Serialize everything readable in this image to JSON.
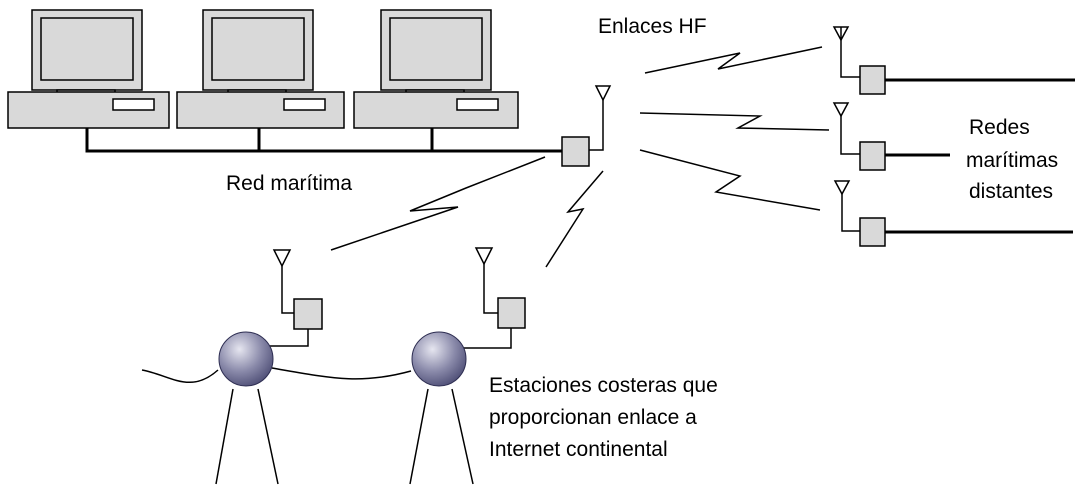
{
  "labels": {
    "hf_links": "Enlaces HF",
    "maritime_net": "Red marítima",
    "remote_nets": [
      "Redes",
      "marítimas",
      "distantes"
    ],
    "coastal_stations": [
      "Estaciones costeras que",
      "proporcionan enlace a",
      "Internet continental"
    ]
  },
  "colors": {
    "device_fill": "#d9d9d9",
    "sphere_dark": "#4a4a72",
    "sphere_light": "#e6e6f0"
  },
  "icons": {
    "computer": "desktop-computer-icon",
    "antenna": "antenna-icon",
    "node": "network-node-icon",
    "station": "coastal-station-sphere-icon"
  }
}
